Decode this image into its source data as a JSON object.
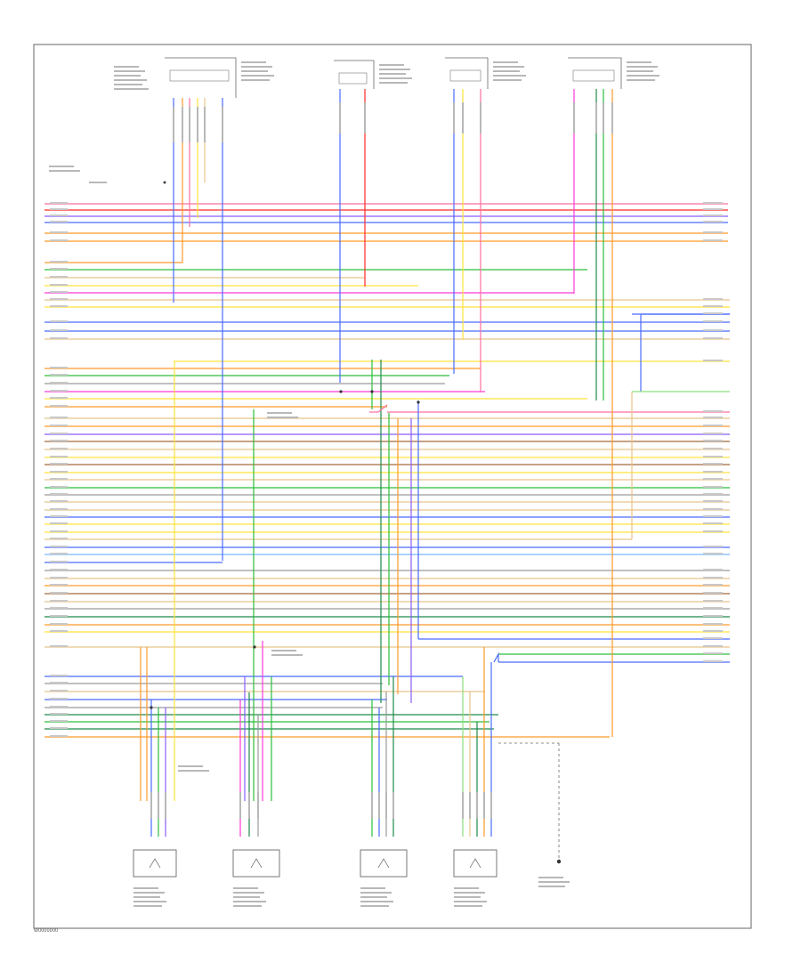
{
  "diagram": {
    "reference_id": "W0000000",
    "colors": {
      "pink": "#ff6fa0",
      "red": "#ff2a2a",
      "blue": "#4a6bff",
      "orange": "#ff9a2a",
      "yellow": "#ffe23a",
      "green": "#2bbf3b",
      "magenta": "#ff3ad8",
      "violet": "#8a5cff",
      "tan": "#e8c48a",
      "gray": "#9a9a9a",
      "brown": "#a56a3a",
      "lightgreen": "#8be07a",
      "darkgreen": "#1e8a4a",
      "lightblue": "#7ab8ff",
      "black": "#222222"
    },
    "top_connectors": [
      {
        "id": "c1",
        "icon": "connector-icon"
      },
      {
        "id": "c2",
        "icon": "connector-icon"
      },
      {
        "id": "c3",
        "icon": "connector-icon"
      },
      {
        "id": "c4",
        "icon": "connector-icon"
      }
    ],
    "bottom_modules": [
      {
        "id": "m1",
        "icon": "sensor-module-icon"
      },
      {
        "id": "m2",
        "icon": "sensor-module-icon"
      },
      {
        "id": "m3",
        "icon": "sensor-module-icon"
      },
      {
        "id": "m4",
        "icon": "sensor-module-icon"
      }
    ],
    "ground": {
      "icon": "ground-icon"
    },
    "splice": {
      "icon": "splice-icon"
    }
  }
}
